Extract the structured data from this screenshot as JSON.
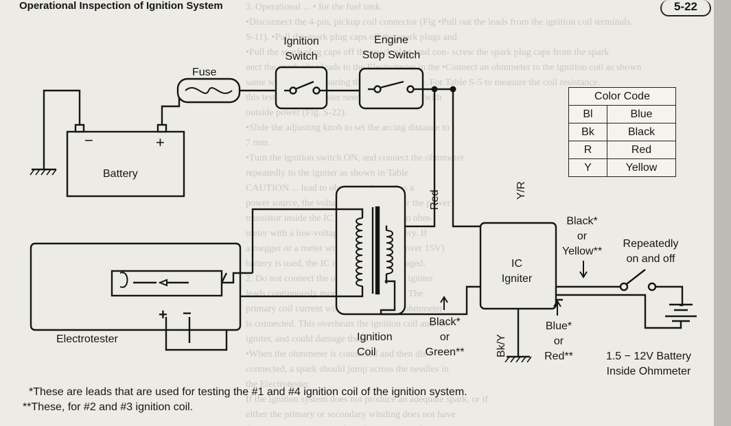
{
  "header": {
    "title": "Operational Inspection of Ignition System",
    "page": "5-22"
  },
  "labels": {
    "ignition_switch": [
      "Ignition",
      "Switch"
    ],
    "engine_stop_switch": [
      "Engine",
      "Stop Switch"
    ],
    "fuse": "Fuse",
    "battery": "Battery",
    "battery_minus": "−",
    "battery_plus": "+",
    "electrotester": "Electrotester",
    "ignition_coil": [
      "Ignition",
      "Coil"
    ],
    "ic_igniter": [
      "IC",
      "Igniter"
    ],
    "wire_red": "Red",
    "wire_yr": "Y/R",
    "wire_bky": "Bk/Y",
    "black_or_green": [
      "Black*",
      "or",
      "Green**"
    ],
    "black_or_yellow": [
      "Black*",
      "or",
      "Yellow**"
    ],
    "blue_or_red": [
      "Blue*",
      "or",
      "Red**"
    ],
    "repeatedly": [
      "Repeatedly",
      "on and off"
    ],
    "ohmmeter": [
      "1.5 − 12V Battery",
      "Inside Ohmmeter"
    ],
    "tester_plus": "+",
    "tester_minus": "−"
  },
  "color_code": {
    "title": "Color Code",
    "rows": [
      {
        "code": "Bl",
        "color": "Blue"
      },
      {
        "code": "Bk",
        "color": "Black"
      },
      {
        "code": "R",
        "color": "Red"
      },
      {
        "code": "Y",
        "color": "Yellow"
      }
    ]
  },
  "footnotes": [
    "*These are leads that are used for testing the #1 and #4 ignition coil of the ignition system.",
    "**These, for #2 and #3 ignition coil."
  ]
}
